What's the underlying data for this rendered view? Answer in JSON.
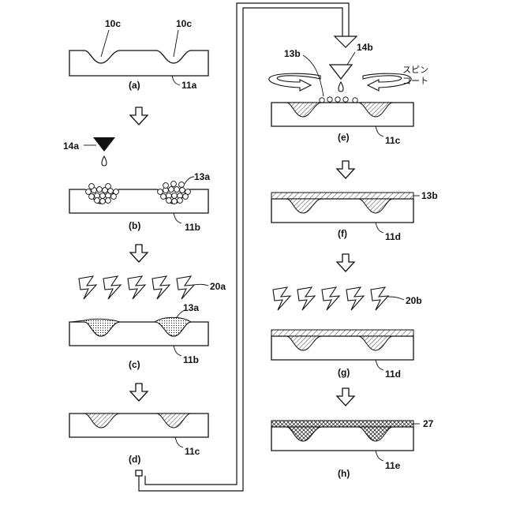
{
  "labels": {
    "l10c_1": "10c",
    "l10c_2": "10c",
    "l11a": "11a",
    "l14a": "14a",
    "l13a_b": "13a",
    "l11b_b": "11b",
    "l20a": "20a",
    "l13a_c": "13a",
    "l11b_c": "11b",
    "l11c_d": "11c",
    "l13b_e": "13b",
    "l14b": "14b",
    "spin1": "スピン",
    "spin2": "コート",
    "l11c_e": "11c",
    "l13b_f": "13b",
    "l11d_f": "11d",
    "l20b": "20b",
    "l11d_g": "11d",
    "l27": "27",
    "l11e": "11e"
  },
  "captions": {
    "a": "(a)",
    "b": "(b)",
    "c": "(c)",
    "d": "(d)",
    "e": "(e)",
    "f": "(f)",
    "g": "(g)",
    "h": "(h)"
  }
}
